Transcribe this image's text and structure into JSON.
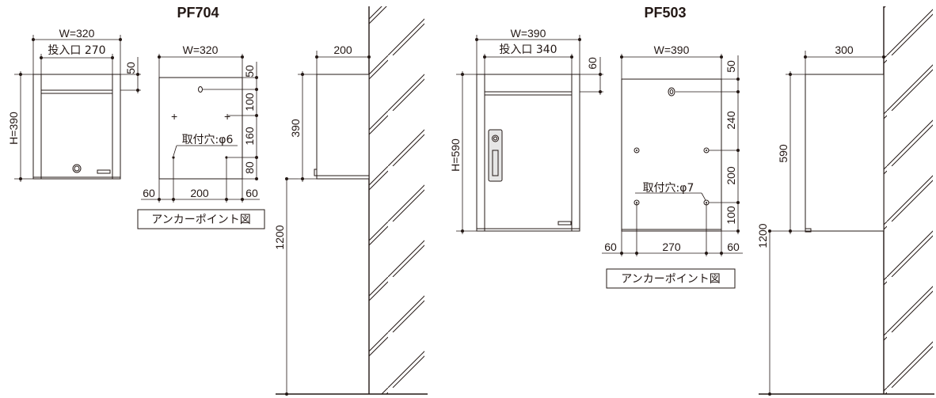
{
  "models": [
    {
      "name": "PF704",
      "front": {
        "width": "W=320",
        "slot": "投入口 270",
        "top": "50",
        "height": "H=390"
      },
      "anchor": {
        "width": "W=320",
        "right": [
          "50",
          "100",
          "160",
          "80"
        ],
        "hole": "取付穴:φ6",
        "bottom": [
          "60",
          "200",
          "60"
        ],
        "caption": "アンカーポイント図"
      },
      "side": {
        "depth": "200",
        "height": "390",
        "mount": "1200"
      }
    },
    {
      "name": "PF503",
      "front": {
        "width": "W=390",
        "slot": "投入口 340",
        "top": "60",
        "height": "H=590"
      },
      "anchor": {
        "width": "W=390",
        "right": [
          "50",
          "240",
          "200",
          "100"
        ],
        "hole": "取付穴:φ7",
        "bottom": [
          "60",
          "270",
          "60"
        ],
        "caption": "アンカーポイント図"
      },
      "side": {
        "depth": "300",
        "height": "590",
        "mount": "1200"
      }
    }
  ]
}
